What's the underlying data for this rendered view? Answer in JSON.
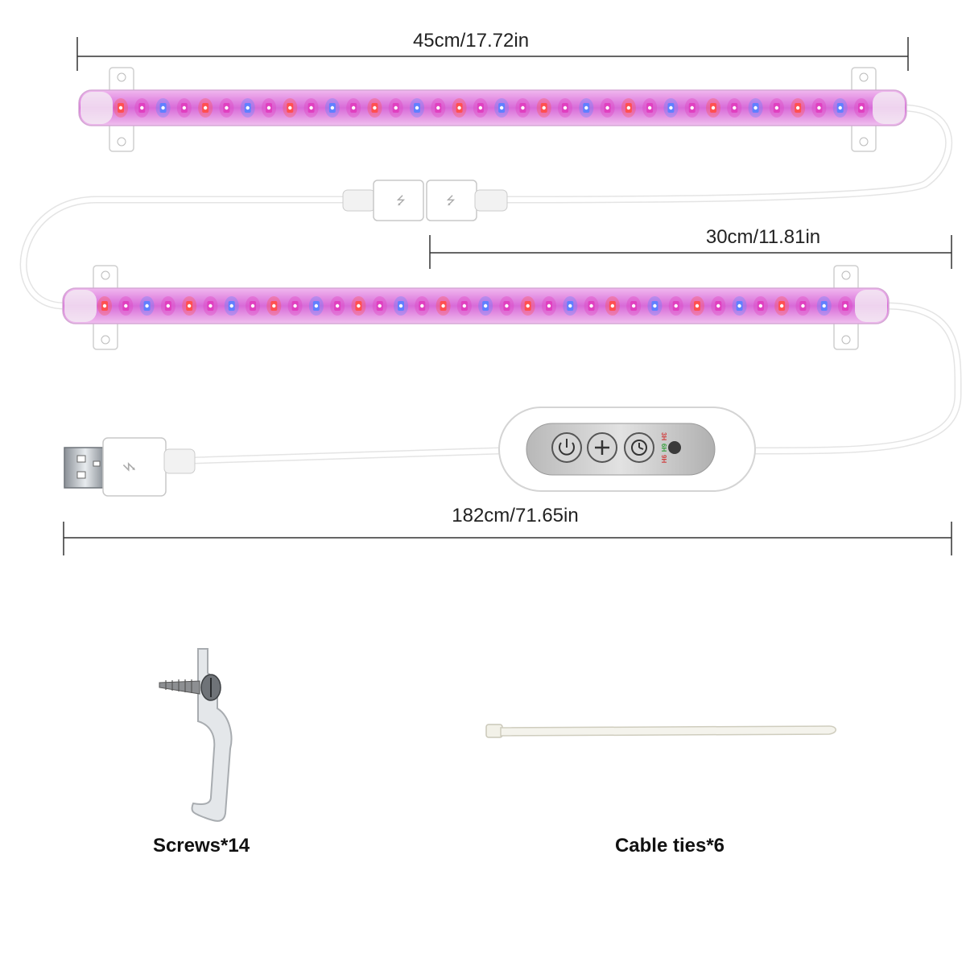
{
  "dimensions": {
    "strip_length": "45cm/17.72in",
    "connector_cable": "30cm/11.81in",
    "power_cable": "182cm/71.65in"
  },
  "controller": {
    "buttons": [
      "power",
      "plus",
      "timer"
    ],
    "timer_labels": [
      "3H",
      "6H",
      "9H"
    ],
    "timer_colors": [
      "#d04040",
      "#3aa040",
      "#d04040"
    ]
  },
  "accessories": {
    "screws": "Screws*14",
    "cable_ties": "Cable ties*6"
  },
  "colors": {
    "led_pink": "#e040c0",
    "led_red": "#ff5050",
    "led_blue": "#6080ff",
    "strip_glow": "#e87fe6",
    "cable": "#ffffff"
  }
}
